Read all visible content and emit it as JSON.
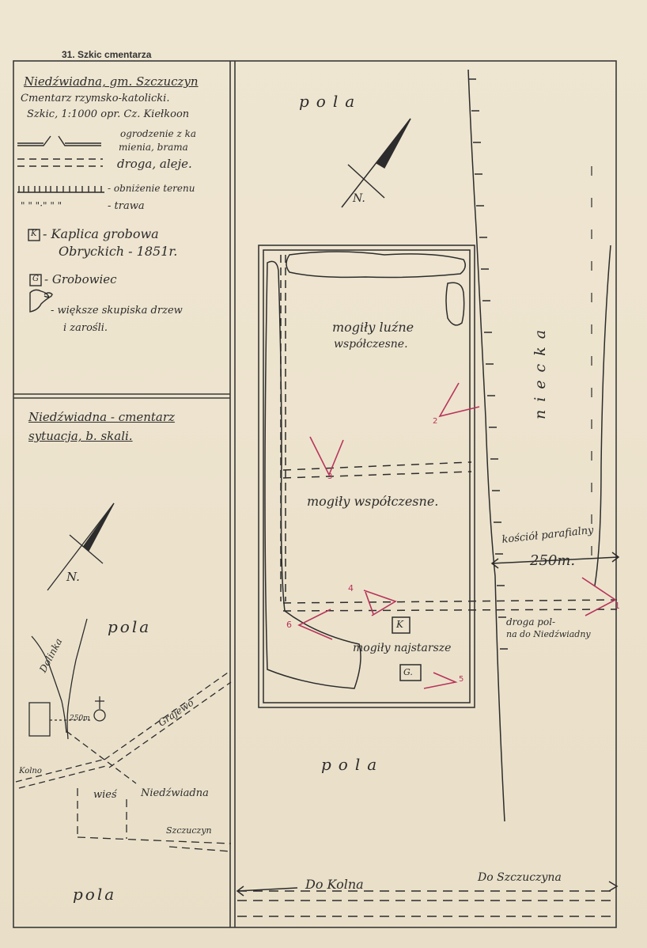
{
  "header": {
    "title": "31. Szkic cmentarza"
  },
  "legend": {
    "title": "Niedźwiadna, gm. Szczuczyn",
    "line2": "Cmentarz rzymsko-katolicki.",
    "line3": "Szkic, 1:1000 opr. Cz. Kiełkoon",
    "fence_label_1": "ogrodzenie z ka",
    "fence_label_2": "mienia, brama",
    "road_label": "droga, aleje.",
    "depression_label": "- obniżenie terenu",
    "grass_label": "- trawa",
    "chapel_symbol": "K",
    "chapel_label_1": "- Kaplica grobowa",
    "chapel_label_2": "Obryckich - 1851r.",
    "tomb_symbol": "G",
    "tomb_label": "- Grobowiec",
    "trees_label_1": "- większe skupiska drzew",
    "trees_label_2": "i zarośli."
  },
  "situation": {
    "title_1": "Niedźwiadna - cmentarz",
    "title_2": "sytuacja, b. skali.",
    "north": "N.",
    "pola_top": "pola",
    "dolinka": "Dolinka",
    "distance": "250m",
    "road_grajewo": "Grajewo",
    "road_kolno": "Kolno",
    "village_1": "wieś",
    "village_2": "Niedźwiadna",
    "road_szczuczyn": "Szczuczyn",
    "pola_bottom": "pola"
  },
  "plan": {
    "pola_top": "pola",
    "north": "N.",
    "zone_1_line1": "mogiły luźne",
    "zone_1_line2": "współczesne.",
    "zone_2": "mogiły współczesne.",
    "zone_3": "mogiły najstarsze",
    "chapel": "K",
    "tomb": "G.",
    "niecka": "niecka",
    "church_label": "kościół parafialny",
    "church_distance": "250m.",
    "road_label_1": "droga pol-",
    "road_label_2": "na do Niedźwiadny",
    "pola_bottom": "pola",
    "to_kolno": "Do Kolna",
    "to_szczuczyn": "Do Szczuczyna",
    "photo_points": [
      "1",
      "2",
      "3",
      "4",
      "5",
      "6"
    ]
  },
  "colors": {
    "ink": "#2c2c2c",
    "photo_marks": "#b8345a",
    "paper": "#ece2cc"
  }
}
